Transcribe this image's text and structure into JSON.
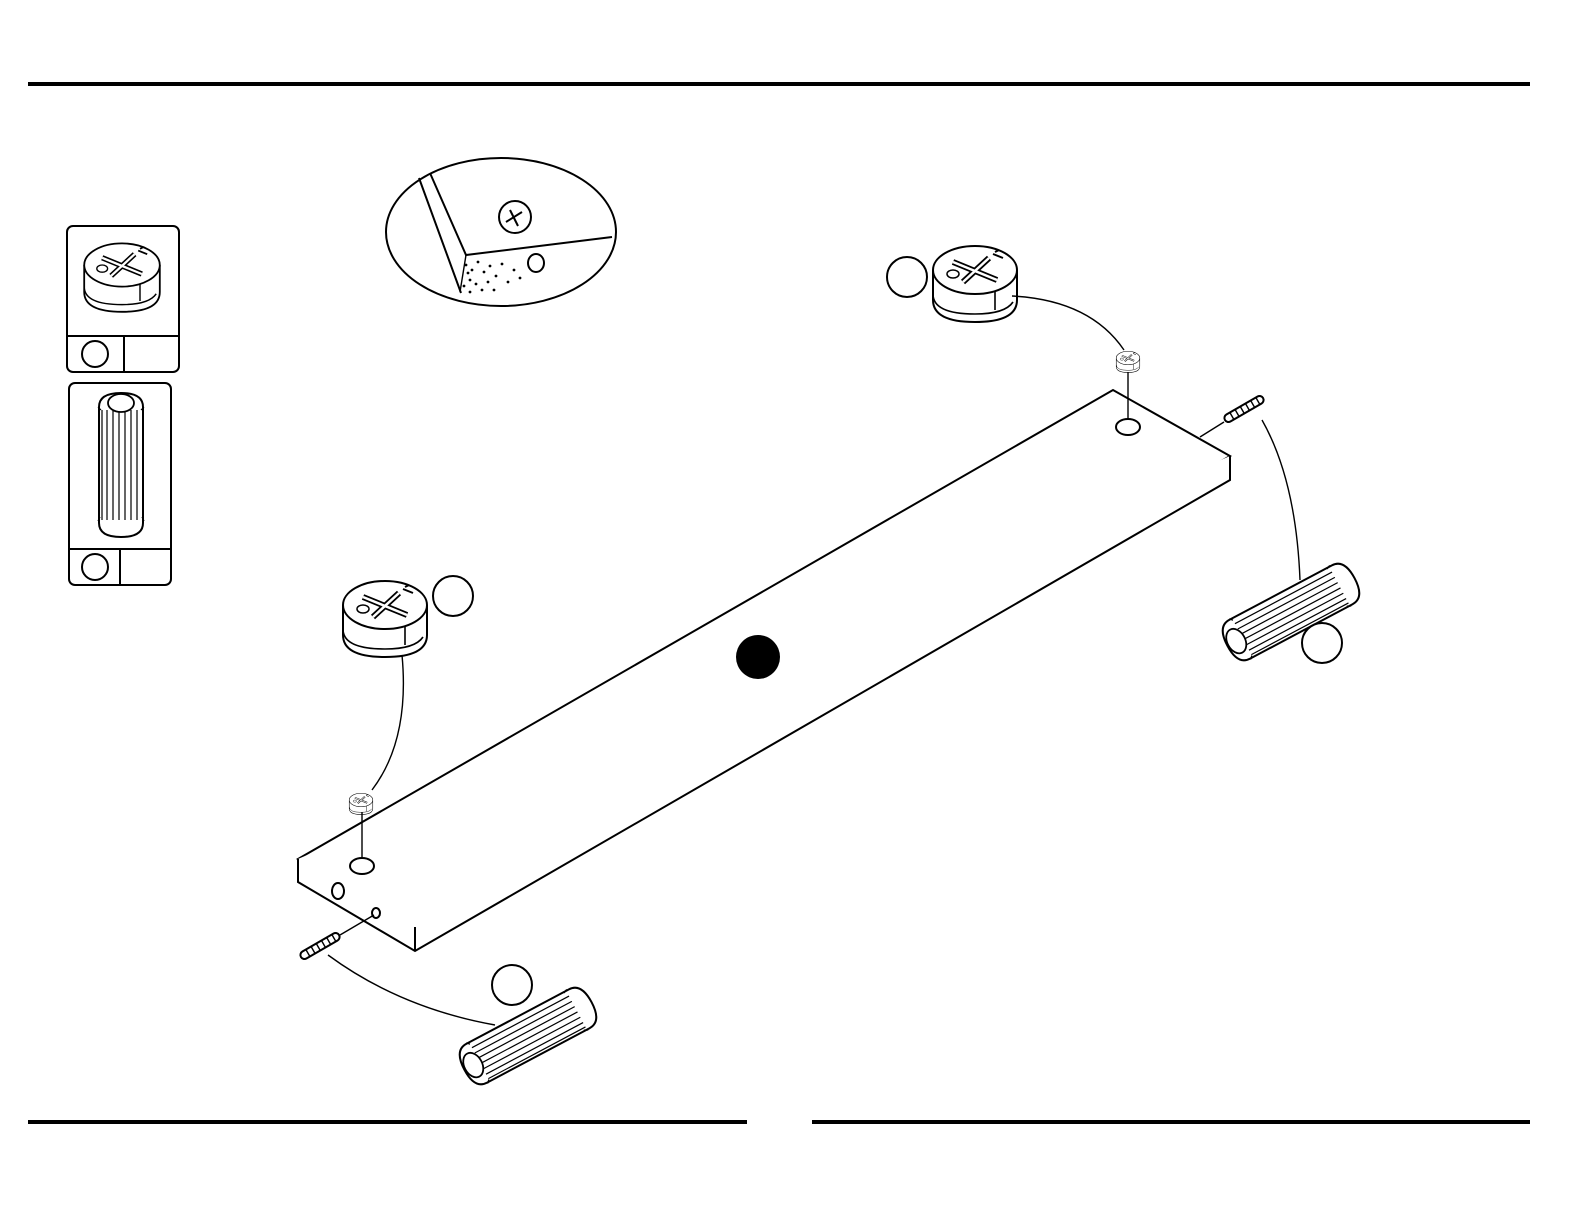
{
  "page": {
    "rules": [
      "top-rule",
      "bottom-left-rule",
      "bottom-right-rule"
    ]
  },
  "parts_legend": {
    "items": [
      {
        "name": "cam-lock",
        "icon": "cam-lock-icon",
        "letter": "",
        "quantity": ""
      },
      {
        "name": "wood-dowel",
        "icon": "wood-dowel-icon",
        "letter": "",
        "quantity": ""
      }
    ]
  },
  "assembly": {
    "panel": {
      "name": "shelf-board",
      "marker": "step-marker-filled"
    },
    "callouts": [
      {
        "name": "cam-lock-callout-right",
        "letter": ""
      },
      {
        "name": "cam-lock-callout-left",
        "letter": ""
      },
      {
        "name": "dowel-callout-right",
        "letter": ""
      },
      {
        "name": "dowel-callout-left",
        "letter": ""
      }
    ],
    "detail_view": {
      "name": "cam-hole-detail",
      "icon": "magnifier-detail-icon"
    }
  },
  "colors": {
    "ink": "#000000",
    "paper": "#ffffff"
  }
}
